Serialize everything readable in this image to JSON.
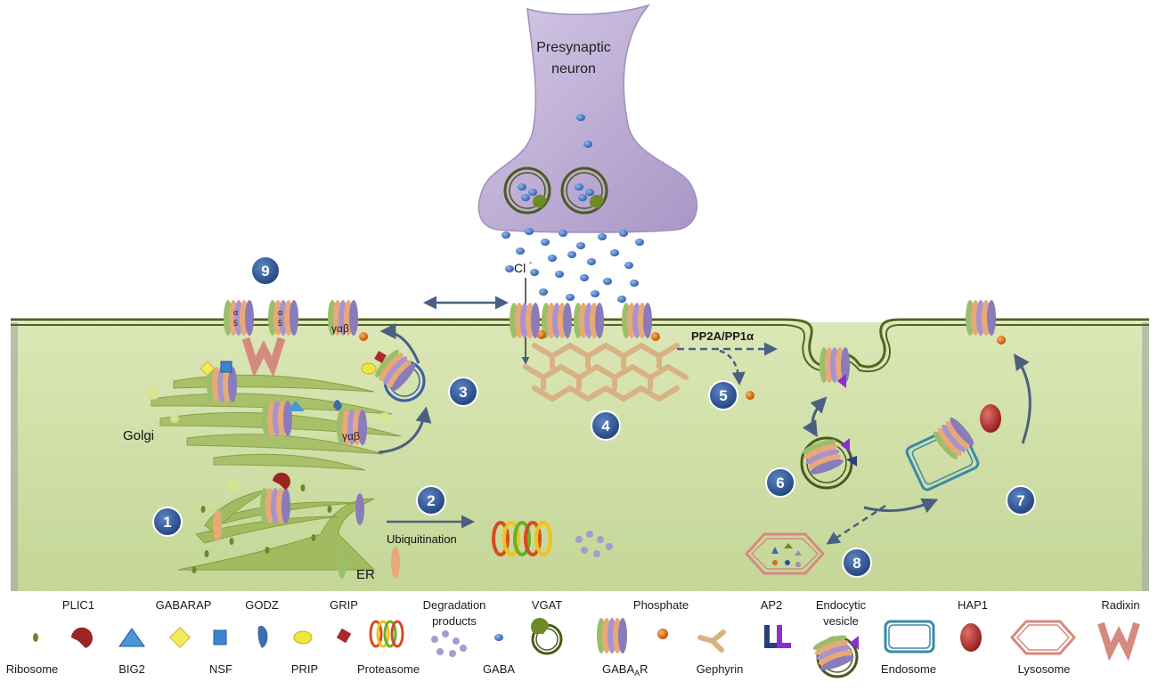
{
  "scene": {
    "presynaptic_label_line1": "Presynaptic",
    "presynaptic_label_line2": "neuron",
    "chloride_label": "Cl",
    "chloride_superscript": "-",
    "golgi_label": "Golgi",
    "er_label": "ER",
    "ubiquitination_label": "Ubiquitination",
    "phosphatase_label": "PP2A/PP1α",
    "subunit_alpha5_top": "α",
    "subunit_alpha5_bottom": "5",
    "gamma_alpha_beta": "γαβ",
    "step_numbers": [
      "1",
      "2",
      "3",
      "4",
      "5",
      "6",
      "7",
      "8",
      "9"
    ]
  },
  "legend": {
    "ribosome": "Ribosome",
    "plic1": "PLIC1",
    "big2": "BIG2",
    "gabarap": "GABARAP",
    "nsf": "NSF",
    "godz": "GODZ",
    "prip": "PRIP",
    "grip": "GRIP",
    "proteasome": "Proteasome",
    "degradation_line1": "Degradation",
    "degradation_line2": "products",
    "gaba": "GABA",
    "vgat": "VGAT",
    "gabaar_main": "GABA",
    "gabaar_sub": "A",
    "gabaar_end": "R",
    "phosphate": "Phosphate",
    "gephyrin": "Gephyrin",
    "ap2": "AP2",
    "endocytic_line1": "Endocytic",
    "endocytic_line2": "vesicle",
    "endosome": "Endosome",
    "hap1": "HAP1",
    "lysosome": "Lysosome",
    "radixin": "Radixin"
  },
  "colors": {
    "cytoplasm": "#cfe0a6",
    "membrane": "#55651f",
    "presynaptic": "#c7b9dc",
    "marker": "#2f5a95",
    "gaba": "#3f74c2",
    "arrow": "#4a6080"
  }
}
